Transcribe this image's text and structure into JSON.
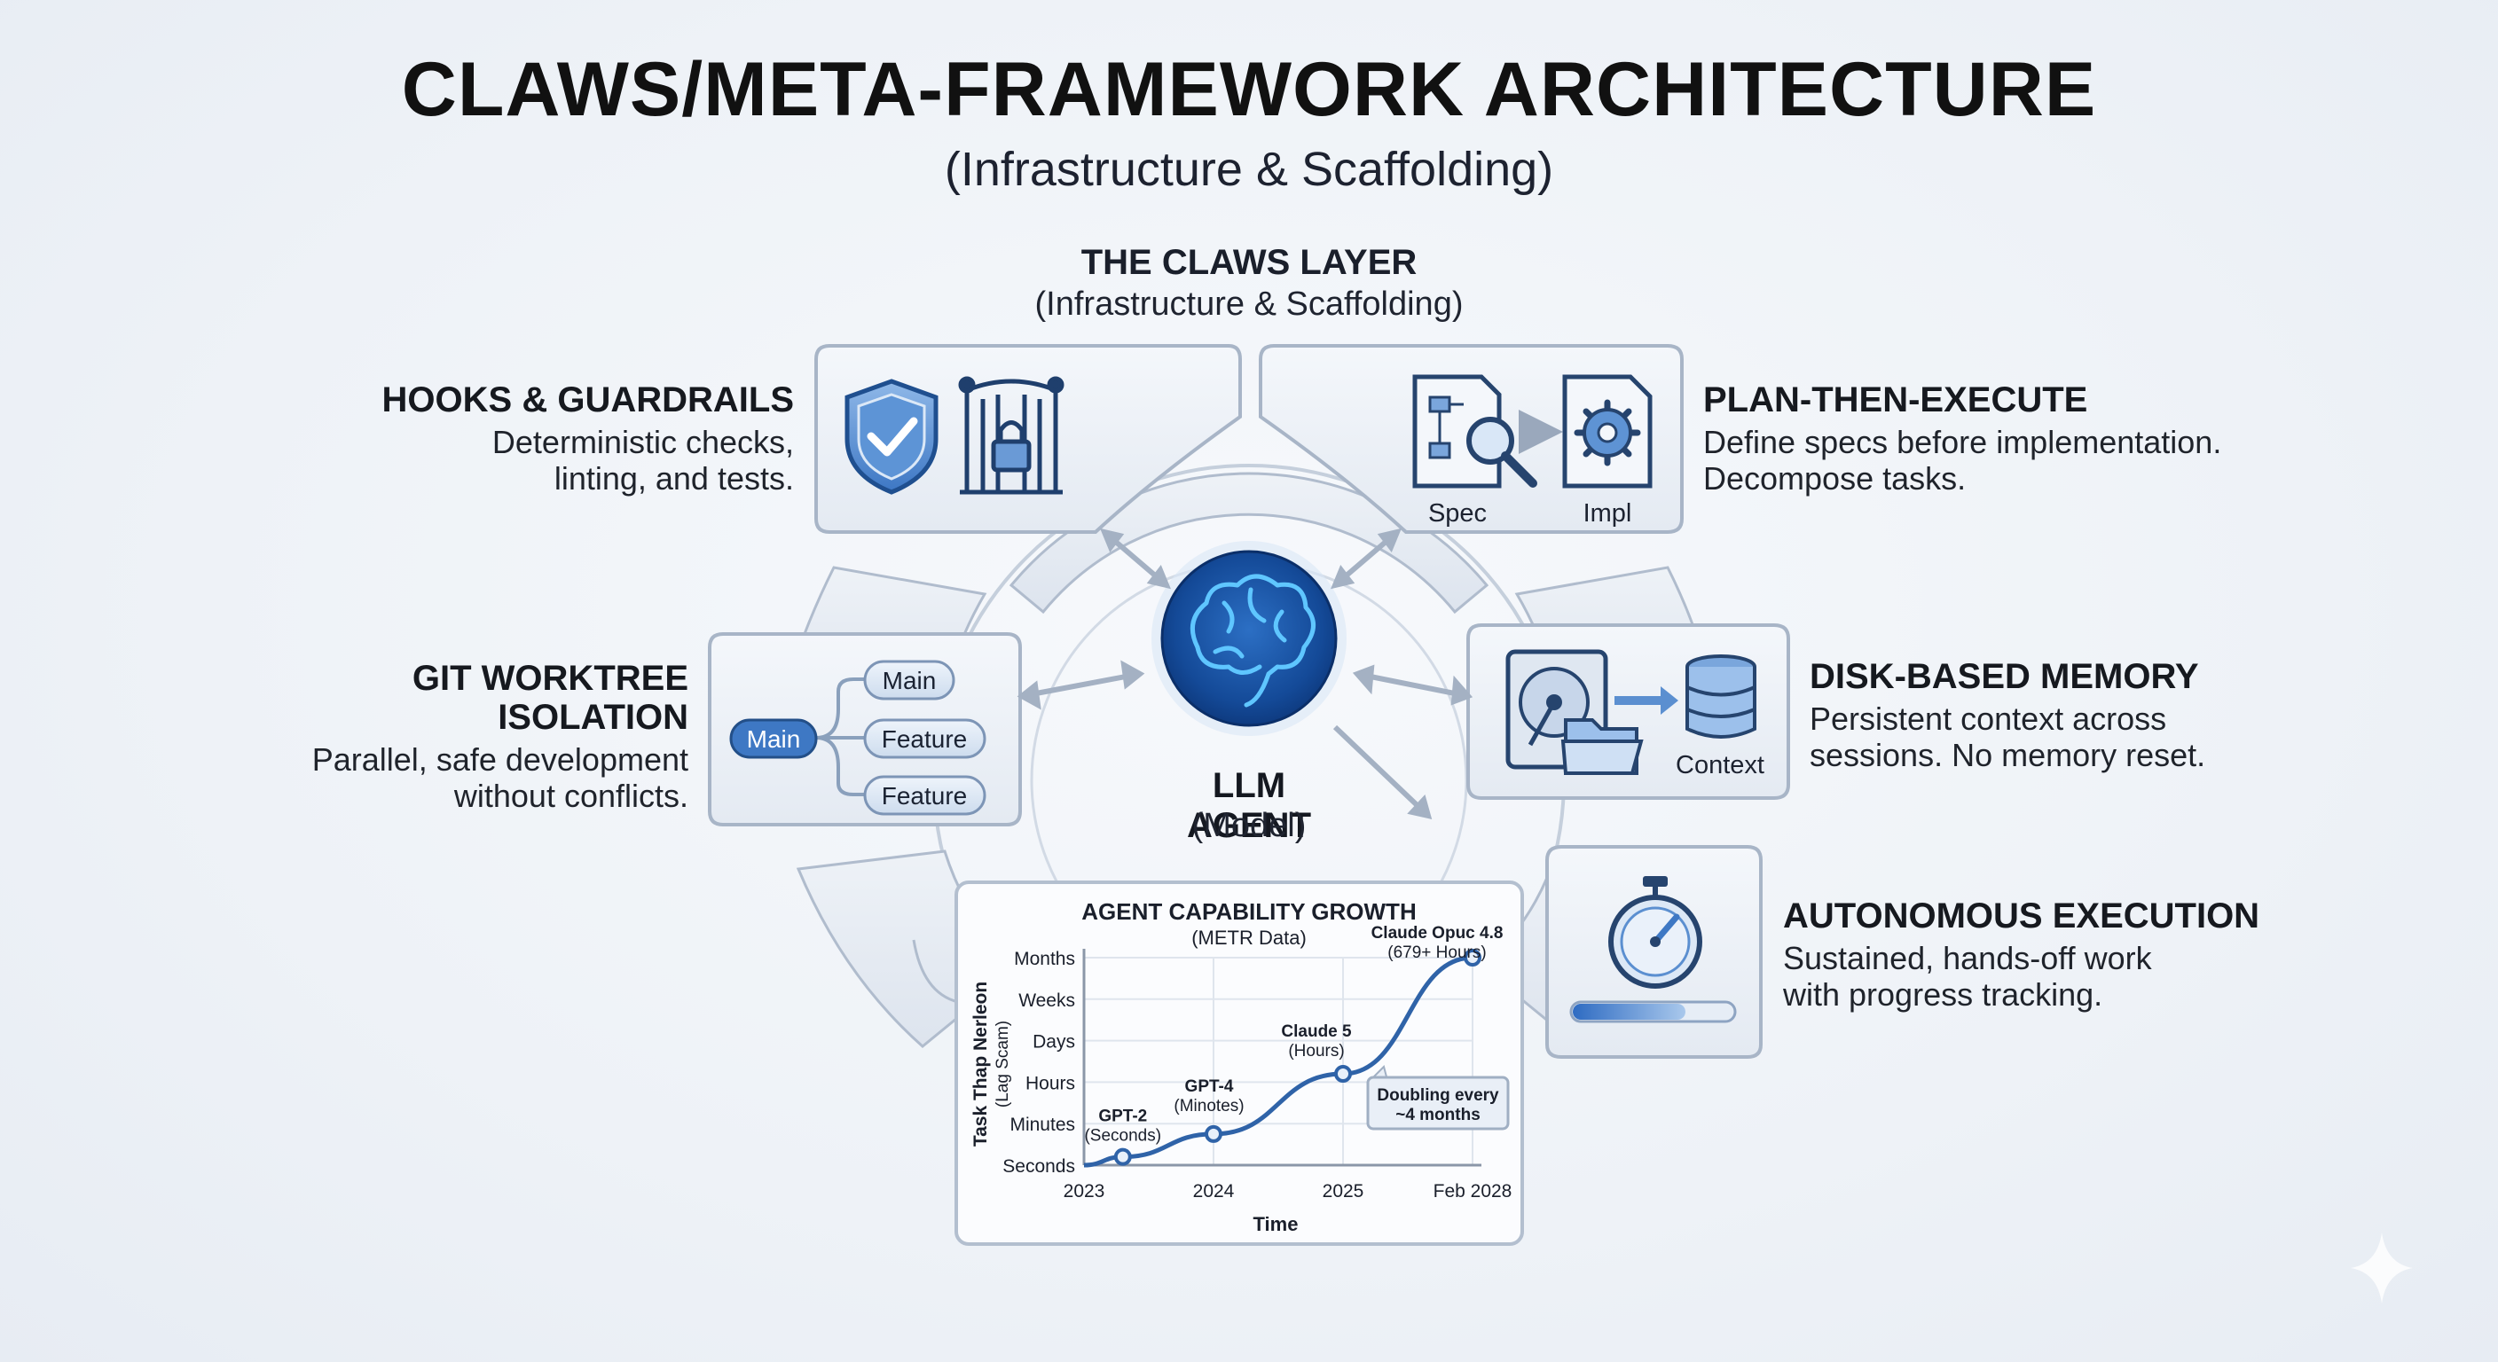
{
  "title": "CLAWS/META-FRAMEWORK ARCHITECTURE",
  "subtitle": "(Infrastructure & Scaffolding)",
  "layer": {
    "title": "THE CLAWS LAYER",
    "subtitle": "(Infrastructure & Scaffolding)"
  },
  "center": {
    "title": "LLM AGENT",
    "subtitle": "(Model)",
    "icon": "brain-icon"
  },
  "features": {
    "hooks": {
      "title": "HOOKS & GUARDRAILS",
      "desc_line1": "Deterministic checks,",
      "desc_line2": "linting, and tests.",
      "icons": [
        "shield-check-icon",
        "locked-gate-icon"
      ]
    },
    "plan": {
      "title": "PLAN-THEN-EXECUTE",
      "desc_line1": "Define specs before implementation.",
      "desc_line2": "Decompose tasks.",
      "spec_label": "Spec",
      "impl_label": "Impl",
      "icons": [
        "spec-document-icon",
        "impl-gear-document-icon"
      ]
    },
    "git": {
      "title_line1": "GIT WORKTREE",
      "title_line2": "ISOLATION",
      "desc_line1": "Parallel, safe development",
      "desc_line2": "without conflicts.",
      "root_branch": "Main",
      "branches": [
        "Main",
        "Feature",
        "Feature"
      ]
    },
    "memory": {
      "title": "DISK-BASED MEMORY",
      "desc_line1": "Persistent context across",
      "desc_line2": "sessions. No memory reset.",
      "context_label": "Context",
      "icons": [
        "hard-drive-icon",
        "folder-icon",
        "database-icon"
      ]
    },
    "autonomous": {
      "title": "AUTONOMOUS EXECUTION",
      "desc_line1": "Sustained, hands-off work",
      "desc_line2": "with progress tracking.",
      "icons": [
        "stopwatch-icon",
        "progress-bar-icon"
      ],
      "progress": 0.7
    }
  },
  "chart_data": {
    "type": "line",
    "title": "AGENT CAPABILITY GROWTH",
    "subtitle": "(METR Data)",
    "xlabel": "Time",
    "ylabel_line1": "Task Thap Nerleon",
    "ylabel_line2": "(Lag Scam)",
    "x_ticks": [
      "2023",
      "2024",
      "2025",
      "Feb 2028"
    ],
    "y_ticks": [
      "Seconds",
      "Minutes",
      "Hours",
      "Days",
      "Weeks",
      "Months"
    ],
    "log_scale": true,
    "grid": true,
    "points": [
      {
        "x": 0.3,
        "y": 0.2,
        "label": "GPT-2",
        "sub": "(Seconds)"
      },
      {
        "x": 1.0,
        "y": 0.75,
        "label": "GPT-4",
        "sub": "(Minotes)"
      },
      {
        "x": 2.0,
        "y": 2.2,
        "label": "Claude 5",
        "sub": "(Hours)"
      },
      {
        "x": 3.0,
        "y": 5.0,
        "label": "Claude Opuc 4.8",
        "sub": "(679+ Hours)"
      }
    ],
    "annotation": {
      "line1": "Doubling every",
      "line2": "~4 months"
    }
  },
  "colors": {
    "accent_blue": "#2e6bb8",
    "panel_fill": "#eef2f8",
    "panel_stroke": "#aab6c8",
    "brain_glow": "#4fb6ff",
    "line_blue": "#2f63a8"
  }
}
